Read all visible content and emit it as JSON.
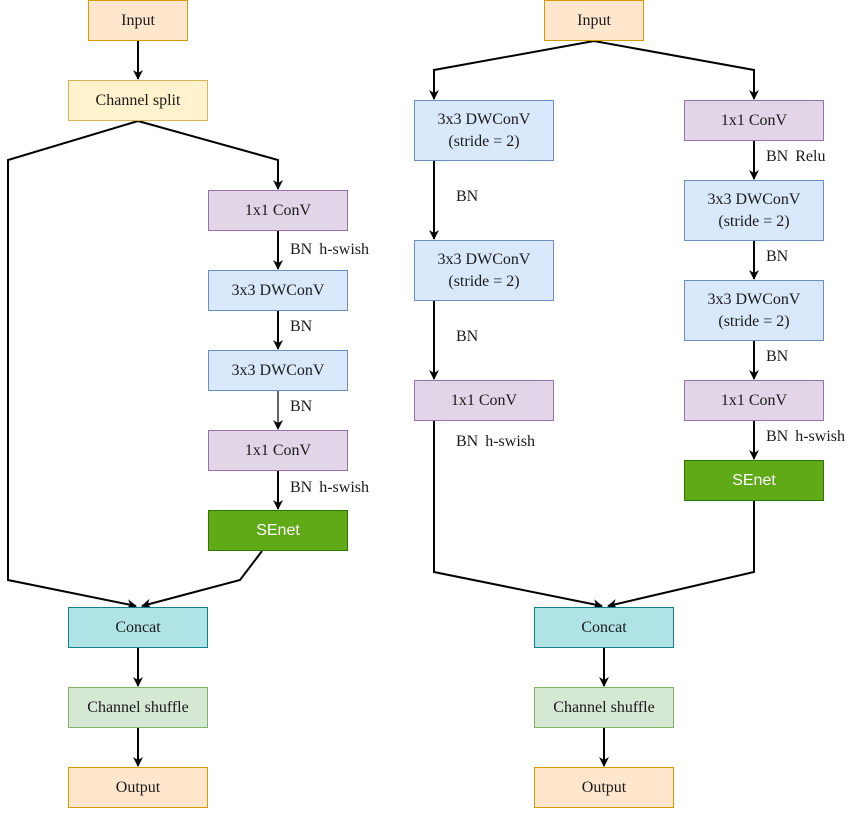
{
  "left": {
    "input": "Input",
    "split": "Channel split",
    "conv1": "1x1 ConV",
    "label1": "BN  h-swish",
    "dw1": "3x3 DWConV",
    "label2": "BN",
    "dw2": "3x3 DWConV",
    "label3": "BN",
    "conv2": "1x1 ConV",
    "label4": "BN  h-swish",
    "senet": "SEnet",
    "concat": "Concat",
    "shuffle": "Channel shuffle",
    "output": "Output"
  },
  "right": {
    "input": "Input",
    "a_dw1": "3x3 DWConV\n(stride = 2)",
    "a_label1": "BN",
    "a_dw2": "3x3 DWConV\n(stride = 2)",
    "a_label2": "BN",
    "a_conv": "1x1 ConV",
    "a_label3": "BN  h-swish",
    "b_conv1": "1x1 ConV",
    "b_label1": "BN  Relu",
    "b_dw1": "3x3 DWConV\n(stride = 2)",
    "b_label2": "BN",
    "b_dw2": "3x3 DWConV\n(stride = 2)",
    "b_label3": "BN",
    "b_conv2": "1x1 ConV",
    "b_label4": "BN  h-swish",
    "senet": "SEnet",
    "concat": "Concat",
    "shuffle": "Channel shuffle",
    "output": "Output"
  }
}
